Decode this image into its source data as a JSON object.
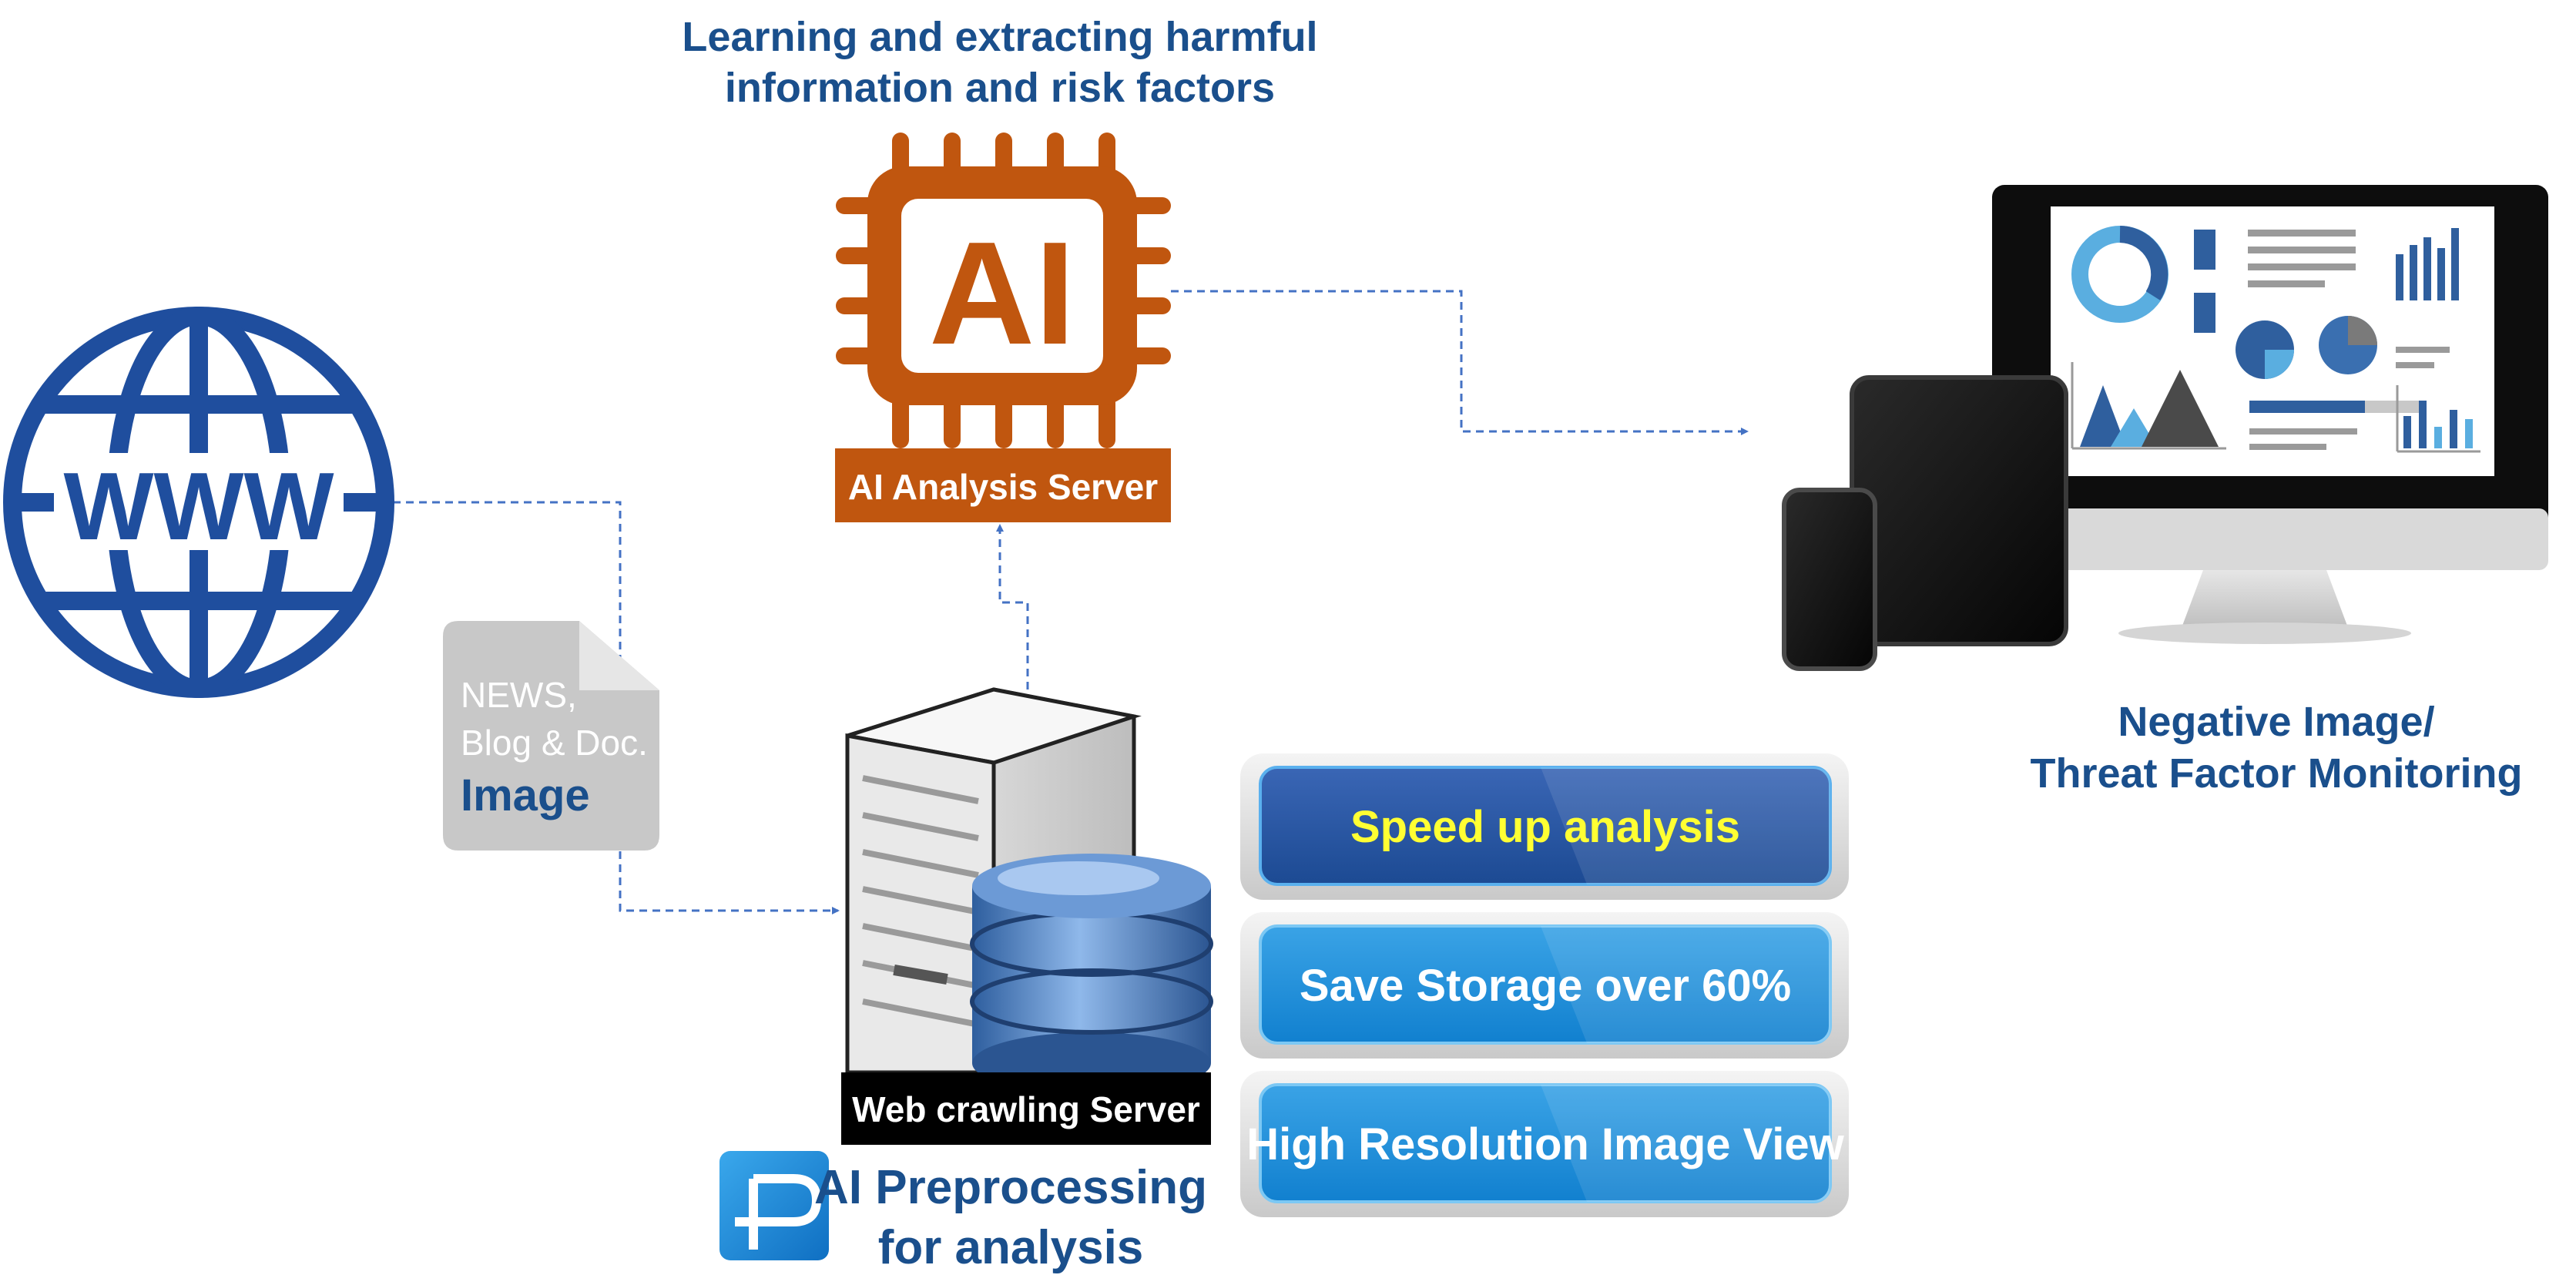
{
  "ai_server": {
    "caption_line1": "Learning and extracting harmful",
    "caption_line2": "information and risk factors",
    "chip_text": "AI",
    "label": "AI Analysis Server"
  },
  "web": {
    "globe_text": "WWW"
  },
  "document": {
    "line1": "NEWS,",
    "line2": "Blog & Doc.",
    "line3": "Image"
  },
  "crawler": {
    "label": "Web crawling Server"
  },
  "preprocessing": {
    "logo_letter": "P",
    "line1": "AI Preprocessing",
    "line2": "for analysis"
  },
  "features": [
    {
      "label": "Speed up analysis"
    },
    {
      "label": "Save Storage over 60%"
    },
    {
      "label": "High Resolution Image View"
    }
  ],
  "monitoring": {
    "line1": "Negative Image/",
    "line2": "Threat Factor Monitoring"
  },
  "colors": {
    "ai_orange": "#c0560f",
    "globe_blue": "#1f4e9e",
    "caption_blue": "#1a4f8c",
    "feature1_text": "#ffff33",
    "feature_text": "#ffffff",
    "connector": "#4472c4"
  }
}
